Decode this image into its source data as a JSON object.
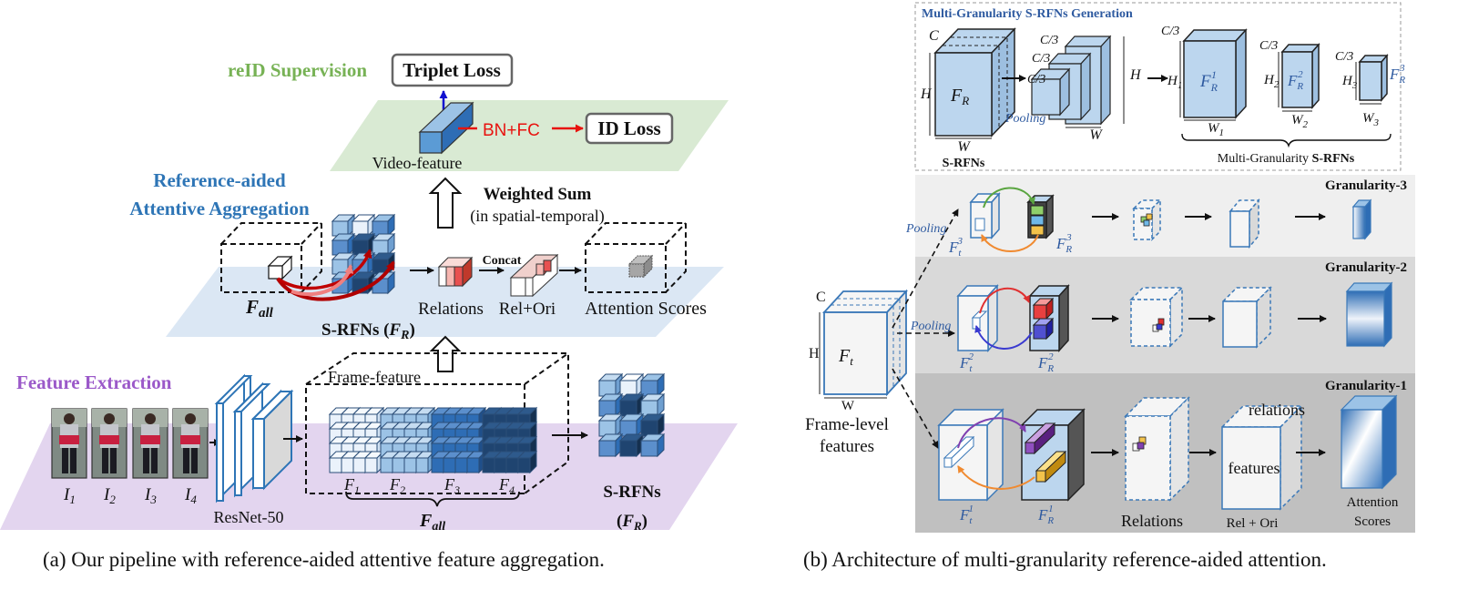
{
  "panel_a": {
    "reid_supervision": "reID Supervision",
    "triplet_loss": "Triplet Loss",
    "bn_fc": "BN+FC",
    "id_loss": "ID Loss",
    "video_feature": "Video-feature",
    "rraa_line1": "Reference-aided",
    "rraa_line2": "Attentive Aggregation",
    "weighted_sum": "Weighted Sum",
    "weighted_sum_sub": "(in spatial-temporal)",
    "f_all": "F",
    "f_all_sub": "all",
    "srfns_label": "S-RFNs (",
    "srfns_F": "F",
    "srfns_sub": "R",
    "srfns_close": ")",
    "relations": "Relations",
    "concat": "Concat",
    "rel_ori": "Rel+Ori",
    "attention_scores": "Attention Scores",
    "feature_extraction": "Feature Extraction",
    "frame_feature": "Frame-feature",
    "resnet": "ResNet-50",
    "images": [
      "I",
      "I",
      "I",
      "I"
    ],
    "image_subs": [
      "1",
      "2",
      "3",
      "4"
    ],
    "frames": [
      "F",
      "F",
      "F",
      "F"
    ],
    "frame_subs": [
      "1",
      "2",
      "3",
      "4"
    ],
    "bottom_f_all": "F",
    "bottom_f_all_sub": "all",
    "srfns_bottom": "S-RFNs",
    "srfns_bottom_F": "F",
    "srfns_bottom_sub": "R"
  },
  "panel_b": {
    "mg_title": "Multi-Granularity S-RFNs Generation",
    "c": "C",
    "h": "H",
    "w": "W",
    "fr": "F",
    "fr_sub": "R",
    "c3": "C/3",
    "pooling": "Pooling",
    "srfns": "S-RFNs",
    "h1": "H",
    "h1_sub": "1",
    "h2": "H",
    "h2_sub": "2",
    "h3": "H",
    "h3_sub": "3",
    "w1": "W",
    "w1_sub": "1",
    "w2": "W",
    "w2_sub": "2",
    "w3": "W",
    "w3_sub": "3",
    "fr1_sup": "1",
    "fr2_sup": "2",
    "fr3_sup": "3",
    "mg_srfns": "Multi-Granularity ",
    "mg_srfns_bold": "S-RFNs",
    "gran3": "Granularity-3",
    "gran2": "Granularity-2",
    "gran1": "Granularity-1",
    "ft": "F",
    "ft_sub": "t",
    "ft3_sup": "3",
    "ft2_sup": "2",
    "ft1_sup": "1",
    "frame_level1": "Frame-level",
    "frame_level2": "features",
    "relations_small": "relations",
    "features": "features",
    "relations": "Relations",
    "rel_ori": "Rel + Ori",
    "attention1": "Attention",
    "attention2": "Scores"
  },
  "captions": {
    "a": "(a)  Our pipeline with reference-aided attentive feature aggregation.",
    "b": "(b)  Architecture of multi-granularity reference-aided attention."
  },
  "colors": {
    "green_plane": "#d9ead3",
    "blue_plane": "#dbe7f4",
    "purple_plane": "#e3d5ef",
    "green_text": "#77b255",
    "blue_text": "#2e75b6",
    "purple_text": "#9b59c9",
    "red": "#e8130f",
    "box_blue": "#bcd6ee",
    "gray_band": "#d9d9d9",
    "light_band": "#efefef",
    "dark_band": "#c0c0c0"
  }
}
